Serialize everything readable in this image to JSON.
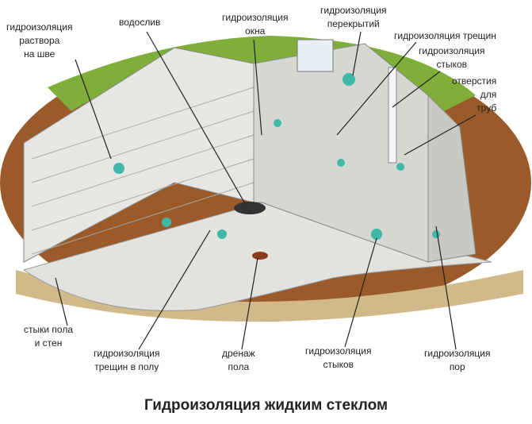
{
  "title": "Гидроизоляция жидким стеклом",
  "labels": {
    "mortar_joint": [
      "гидроизоляция",
      "раствора",
      "на шве"
    ],
    "drain": [
      "водослив"
    ],
    "window": [
      "гидроизоляция",
      "окна"
    ],
    "ceiling": [
      "гидроизоляция",
      "перекрытий"
    ],
    "cracks": [
      "гидроизоляция трещин"
    ],
    "joints_top": [
      "гидроизоляция",
      "стыков"
    ],
    "pipe_holes": [
      "отверстия",
      "для",
      "труб"
    ],
    "floor_wall_joints": [
      "стыки пола",
      "и стен"
    ],
    "floor_cracks": [
      "гидроизоляция",
      "трещин в полу"
    ],
    "floor_drain": [
      "дренаж",
      "пола"
    ],
    "joints_bottom": [
      "гидроизоляция",
      "стыков"
    ],
    "pores": [
      "гидроизоляция",
      "пор"
    ]
  },
  "colors": {
    "soil": "#9a5a2a",
    "grass": "#7fae3a",
    "concrete": "#dcdcd8",
    "sealant": "#3fb8a8"
  }
}
